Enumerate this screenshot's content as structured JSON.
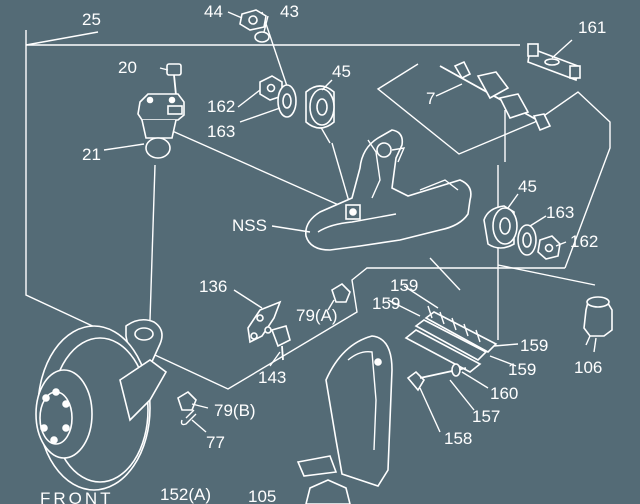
{
  "diagram": {
    "background": "#546b76",
    "line_color": "#ffffff",
    "callouts": [
      {
        "id": "44",
        "text": "44"
      },
      {
        "id": "43",
        "text": "43"
      },
      {
        "id": "25",
        "text": "25"
      },
      {
        "id": "161",
        "text": "161"
      },
      {
        "id": "20",
        "text": "20"
      },
      {
        "id": "45a",
        "text": "45"
      },
      {
        "id": "7",
        "text": "7"
      },
      {
        "id": "162a",
        "text": "162"
      },
      {
        "id": "163a",
        "text": "163"
      },
      {
        "id": "21",
        "text": "21"
      },
      {
        "id": "45b",
        "text": "45"
      },
      {
        "id": "nss",
        "text": "NSS"
      },
      {
        "id": "163b",
        "text": "163"
      },
      {
        "id": "162b",
        "text": "162"
      },
      {
        "id": "136",
        "text": "136"
      },
      {
        "id": "79a",
        "text": "79(A)"
      },
      {
        "id": "159a",
        "text": "159"
      },
      {
        "id": "159b",
        "text": "159"
      },
      {
        "id": "159c",
        "text": "159"
      },
      {
        "id": "159d",
        "text": "159"
      },
      {
        "id": "143",
        "text": "143"
      },
      {
        "id": "106",
        "text": "106"
      },
      {
        "id": "160",
        "text": "160"
      },
      {
        "id": "79b",
        "text": "79(B)"
      },
      {
        "id": "157",
        "text": "157"
      },
      {
        "id": "77",
        "text": "77"
      },
      {
        "id": "158",
        "text": "158"
      },
      {
        "id": "front",
        "text": "FRONT"
      },
      {
        "id": "152a",
        "text": "152(A)"
      },
      {
        "id": "105",
        "text": "105"
      }
    ]
  }
}
